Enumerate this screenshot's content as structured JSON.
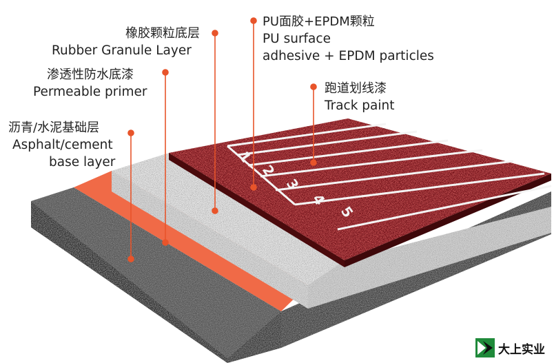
{
  "layers": [
    {
      "id": "pu",
      "cn": "PU面胶+EPDM颗粒",
      "en": [
        "PU surface",
        "adhesive + EPDM particles"
      ]
    },
    {
      "id": "rubber",
      "cn": "橡胶颗粒底层",
      "en": [
        "Rubber Granule Layer"
      ]
    },
    {
      "id": "paint",
      "cn": "跑道划线漆",
      "en": [
        "Track paint"
      ]
    },
    {
      "id": "primer",
      "cn": "渗透性防水底漆",
      "en": [
        "Permeable primer"
      ]
    },
    {
      "id": "base",
      "cn": "沥青/水泥基础层",
      "en": [
        "Asphalt/cement",
        "base layer"
      ]
    }
  ],
  "lane_numbers": [
    "1",
    "2",
    "3",
    "4",
    "5"
  ],
  "brand": {
    "name": "大上实业"
  },
  "colors": {
    "leader": "#e8542a",
    "track": "#6e1114",
    "primer": "#f06a47",
    "rubber": "#dcdcdc",
    "asphalt": "#4a4a4a",
    "brand_green": "#1f8a3a"
  }
}
